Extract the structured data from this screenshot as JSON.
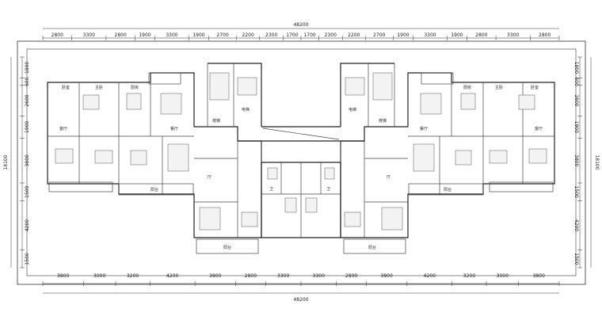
{
  "drawing": {
    "total_width_label": "48200",
    "top_dimensions": [
      "2800",
      "3300",
      "2800",
      "1900",
      "3300",
      "1900",
      "2700",
      "2200",
      "2300",
      "1700",
      "1700",
      "2300",
      "2200",
      "2700",
      "1900",
      "3300",
      "1900",
      "2800",
      "3300",
      "2800"
    ],
    "bottom_dimensions": [
      "3800",
      "3000",
      "3200",
      "4200",
      "3800",
      "2800",
      "3300",
      "3300",
      "2800",
      "3800",
      "4200",
      "3200",
      "3000",
      "3800"
    ],
    "left_dimensions": [
      "1800",
      "600",
      "2600",
      "1900",
      "3800",
      "1500",
      "4200",
      "1500"
    ],
    "right_dimensions": [
      "1800",
      "600",
      "2600",
      "1900",
      "3800",
      "1500",
      "4200",
      "1500"
    ],
    "overall_height_label": "18100",
    "room_labels": {
      "bedroom": "卧室",
      "master": "主卧",
      "kitchen": "厨房",
      "living": "客厅",
      "dining": "餐厅",
      "balcony": "阳台",
      "toilet": "卫",
      "hall": "厅",
      "stair": "楼梯",
      "elevator": "电梯"
    }
  },
  "colors": {
    "line": "#222222",
    "fill_light": "#f3f3f3",
    "background": "#ffffff"
  }
}
